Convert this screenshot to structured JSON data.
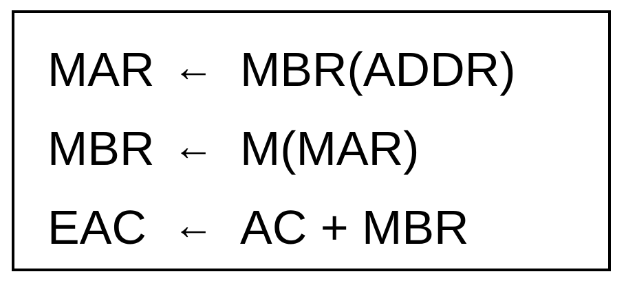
{
  "statements": [
    {
      "dst": "MAR",
      "arrow": "←",
      "src": "MBR(ADDR)"
    },
    {
      "dst": "MBR",
      "arrow": "←",
      "src": "M(MAR)"
    },
    {
      "dst": "EAC",
      "arrow": "←",
      "src": "AC + MBR"
    }
  ],
  "colors": {
    "text": "#000000",
    "border": "#000000",
    "background": "#ffffff"
  }
}
